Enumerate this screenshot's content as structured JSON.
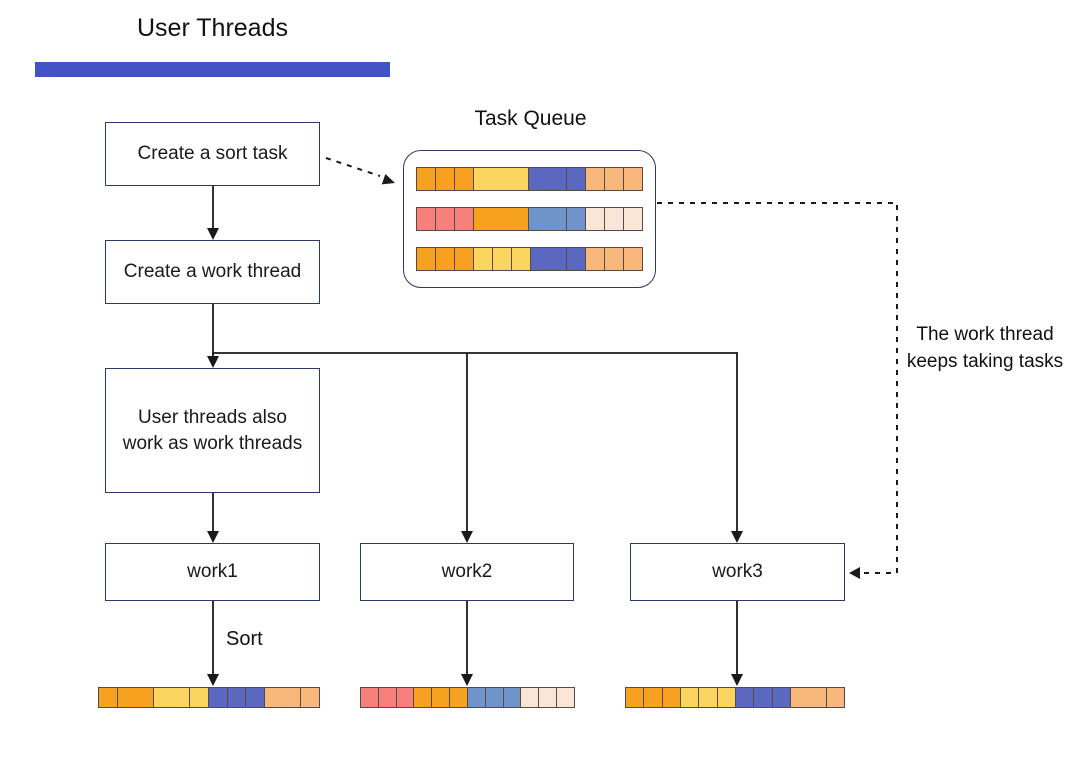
{
  "title": "User Threads",
  "palette": {
    "orange": "#F6A11F",
    "yellow": "#FAD55F",
    "indigo": "#5A68C0",
    "peach": "#F8B77C",
    "salmon": "#F7807C",
    "steel": "#6E94C9",
    "cream": "#FBE5D6"
  },
  "colors": {
    "accent_bar": "#4254C5",
    "box_border": "#2C3968",
    "line": "#1a1a1a"
  },
  "task_queue": {
    "label": "Task Queue",
    "rows": [
      [
        {
          "c": "orange",
          "w": 1
        },
        {
          "c": "orange",
          "w": 1
        },
        {
          "c": "orange",
          "w": 1
        },
        {
          "c": "yellow",
          "w": 3
        },
        {
          "c": "indigo",
          "w": 2
        },
        {
          "c": "indigo",
          "w": 1
        },
        {
          "c": "peach",
          "w": 1
        },
        {
          "c": "peach",
          "w": 1
        },
        {
          "c": "peach",
          "w": 1
        }
      ],
      [
        {
          "c": "salmon",
          "w": 1
        },
        {
          "c": "salmon",
          "w": 1
        },
        {
          "c": "salmon",
          "w": 1
        },
        {
          "c": "orange",
          "w": 3
        },
        {
          "c": "steel",
          "w": 2
        },
        {
          "c": "steel",
          "w": 1
        },
        {
          "c": "cream",
          "w": 1
        },
        {
          "c": "cream",
          "w": 1
        },
        {
          "c": "cream",
          "w": 1
        }
      ],
      [
        {
          "c": "orange",
          "w": 1
        },
        {
          "c": "orange",
          "w": 1
        },
        {
          "c": "orange",
          "w": 1
        },
        {
          "c": "yellow",
          "w": 1
        },
        {
          "c": "yellow",
          "w": 1
        },
        {
          "c": "yellow",
          "w": 1
        },
        {
          "c": "indigo",
          "w": 2
        },
        {
          "c": "indigo",
          "w": 1
        },
        {
          "c": "peach",
          "w": 1
        },
        {
          "c": "peach",
          "w": 1
        },
        {
          "c": "peach",
          "w": 1
        }
      ]
    ]
  },
  "flow": {
    "create_sort_task": "Create a sort task",
    "create_work_thread": "Create a work thread",
    "user_threads_note": "User threads also work as work threads",
    "workers": [
      "work1",
      "work2",
      "work3"
    ]
  },
  "annotations": {
    "sort": "Sort",
    "side_note": "The work thread keeps taking tasks"
  },
  "results": [
    [
      {
        "c": "orange",
        "w": 1
      },
      {
        "c": "orange",
        "w": 2
      },
      {
        "c": "yellow",
        "w": 2
      },
      {
        "c": "yellow",
        "w": 1
      },
      {
        "c": "indigo",
        "w": 1
      },
      {
        "c": "indigo",
        "w": 1
      },
      {
        "c": "indigo",
        "w": 1
      },
      {
        "c": "peach",
        "w": 2
      },
      {
        "c": "peach",
        "w": 1
      }
    ],
    [
      {
        "c": "salmon",
        "w": 1
      },
      {
        "c": "salmon",
        "w": 1
      },
      {
        "c": "salmon",
        "w": 1
      },
      {
        "c": "orange",
        "w": 1
      },
      {
        "c": "orange",
        "w": 1
      },
      {
        "c": "orange",
        "w": 1
      },
      {
        "c": "steel",
        "w": 1
      },
      {
        "c": "steel",
        "w": 1
      },
      {
        "c": "steel",
        "w": 1
      },
      {
        "c": "cream",
        "w": 1
      },
      {
        "c": "cream",
        "w": 1
      },
      {
        "c": "cream",
        "w": 1
      }
    ],
    [
      {
        "c": "orange",
        "w": 1
      },
      {
        "c": "orange",
        "w": 1
      },
      {
        "c": "orange",
        "w": 1
      },
      {
        "c": "yellow",
        "w": 1
      },
      {
        "c": "yellow",
        "w": 1
      },
      {
        "c": "yellow",
        "w": 1
      },
      {
        "c": "indigo",
        "w": 1
      },
      {
        "c": "indigo",
        "w": 1
      },
      {
        "c": "indigo",
        "w": 1
      },
      {
        "c": "peach",
        "w": 2
      },
      {
        "c": "peach",
        "w": 1
      }
    ]
  ]
}
